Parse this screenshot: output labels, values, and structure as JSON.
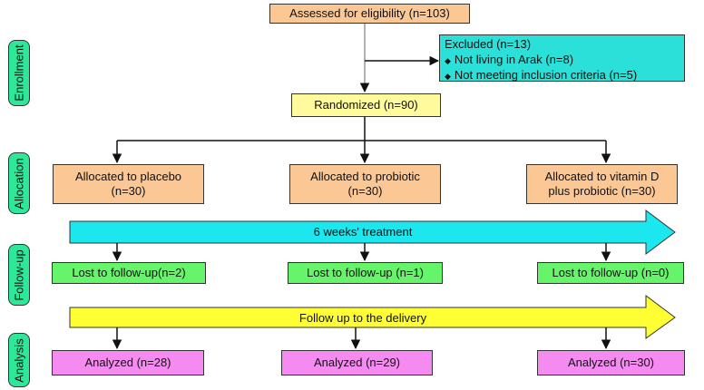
{
  "phases": {
    "enrollment": "Enrollment",
    "allocation": "Allocation",
    "follow_up": "Follow-up",
    "analysis": "Analysis"
  },
  "assessed": "Assessed for eligibility (n=103)",
  "excluded": {
    "title": "Excluded (n=13)",
    "items": [
      "Not living in Arak (n=8)",
      "Not meeting  inclusion criteria (n=5)"
    ],
    "bullet": "◆"
  },
  "randomized": "Randomized (n=90)",
  "allocated": {
    "placebo": [
      "Allocated to placebo",
      "(n=30)"
    ],
    "probiotic": [
      "Allocated to probiotic",
      "(n=30)"
    ],
    "vitd": [
      "Allocated to vitamin D",
      "plus probiotic (n=30)"
    ]
  },
  "treatment": "6 weeks' treatment",
  "lost": {
    "placebo": "Lost to follow-up(n=2)",
    "probiotic": "Lost to follow-up (n=1)",
    "vitd": "Lost to follow-up (n=0)"
  },
  "followup_delivery": "Follow up to the delivery",
  "analyzed": {
    "placebo": "Analyzed (n=28)",
    "probiotic": "Analyzed (n=29)",
    "vitd": "Analyzed (n=30)"
  },
  "colors": {
    "phase": "#2ee89a",
    "orange": "#fbc795",
    "yellow": "#fffa9b",
    "green": "#66f56a",
    "pink": "#f58af0",
    "cyan": "#2be0d8",
    "treatment_arrow": "#1ce6ee",
    "delivery_arrow": "#ffff33"
  }
}
